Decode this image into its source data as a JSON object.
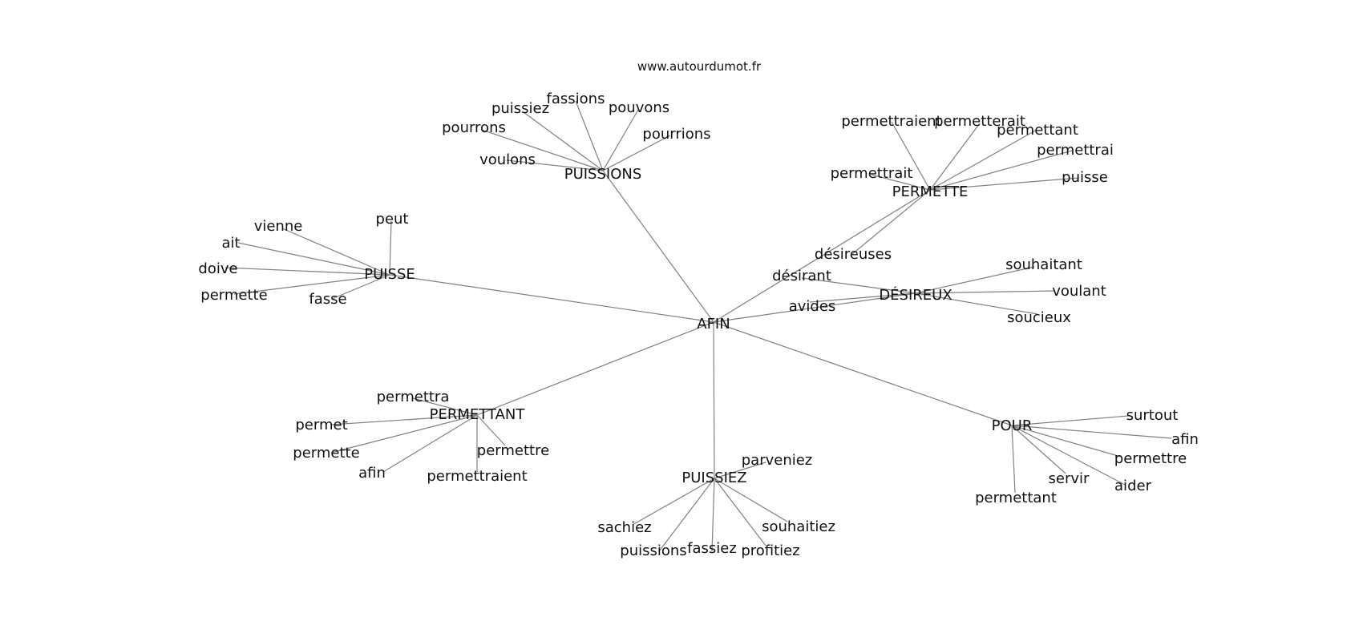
{
  "source": "www.autourdumot.fr",
  "graph": {
    "center": "AFIN",
    "hubs": [
      {
        "id": "puissions",
        "label": "PUISSIONS",
        "leaves": [
          "puissiez",
          "fassions",
          "pouvons",
          "pourrons",
          "pourrions",
          "voulons"
        ]
      },
      {
        "id": "permette",
        "label": "PERMETTE",
        "leaves": [
          "permettraient",
          "permetterait",
          "permettant",
          "permettrai",
          "permettrait",
          "puisse",
          "désireuses"
        ]
      },
      {
        "id": "puisse",
        "label": "PUISSE",
        "leaves": [
          "peut",
          "vienne",
          "ait",
          "doive",
          "permette",
          "fasse"
        ]
      },
      {
        "id": "desireux",
        "label": "DÉSIREUX",
        "leaves": [
          "désirant",
          "souhaitant",
          "voulant",
          "avides",
          "soucieux"
        ]
      },
      {
        "id": "permettant",
        "label": "PERMETTANT",
        "leaves": [
          "permettra",
          "permet",
          "permette",
          "permettre",
          "afin",
          "permettraient"
        ]
      },
      {
        "id": "puissiez",
        "label": "PUISSIEZ",
        "leaves": [
          "parveniez",
          "sachiez",
          "souhaitiez",
          "puissions",
          "fassiez",
          "profitiez"
        ]
      },
      {
        "id": "pour",
        "label": "POUR",
        "leaves": [
          "surtout",
          "afin",
          "permettre",
          "servir",
          "aider",
          "permettant"
        ]
      }
    ]
  }
}
